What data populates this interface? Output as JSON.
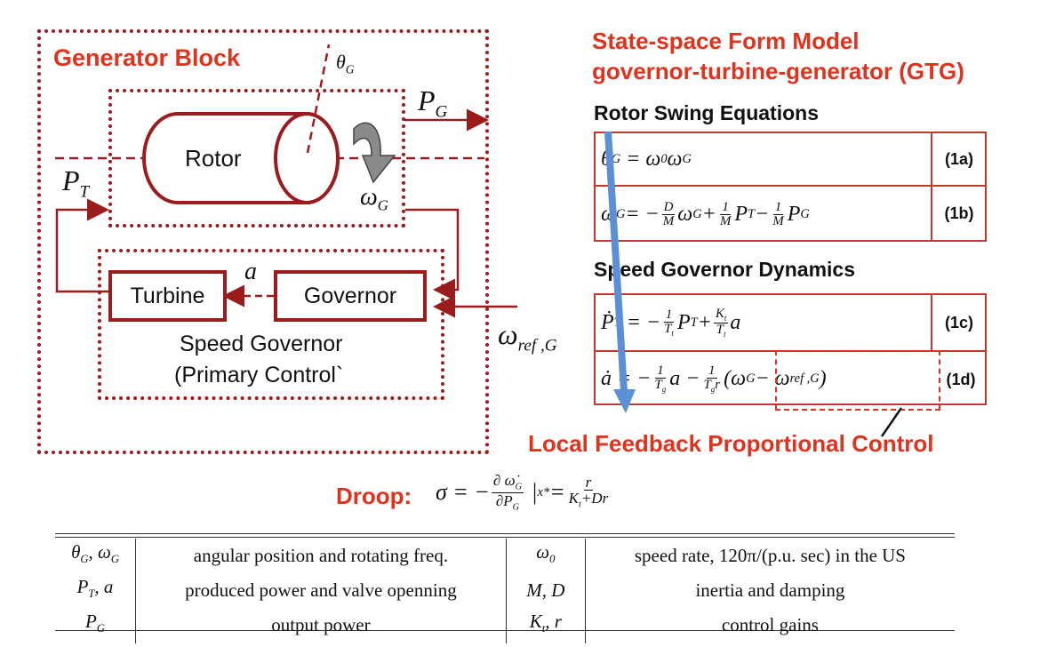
{
  "generator_block": {
    "title": "Generator Block",
    "rotor": "Rotor",
    "turbine": "Turbine",
    "governor": "Governor",
    "speed_governor": "Speed Governor",
    "primary_control": "(Primary Control`",
    "theta_g": "θ",
    "p_g": "P",
    "p_t": "P",
    "omega_g": "ω",
    "a": "a",
    "omega_ref": "ω",
    "sub_g": "G",
    "sub_t": "T",
    "sub_ref": "ref ,G"
  },
  "model": {
    "title_line1": "State-space Form Model",
    "title_line2": "governor-turbine-generator (GTG)",
    "rotor_heading": "Rotor Swing Equations",
    "governor_heading": "Speed Governor Dynamics",
    "eq_labels": [
      "(1a)",
      "(1b)",
      "(1c)",
      "(1d)"
    ],
    "feedback_label": "Local Feedback Proportional Control"
  },
  "droop": {
    "label": "Droop:"
  },
  "variables_table": {
    "rows": [
      {
        "sym1": "θ_G, ω_G",
        "desc1": "angular position and rotating freq.",
        "sym2": "ω₀",
        "desc2": "speed rate, 120π/(p.u. sec) in the US"
      },
      {
        "sym1": "P_T, a",
        "desc1": "produced power and valve openning",
        "sym2": "M, D",
        "desc2": "inertia and damping"
      },
      {
        "sym1": "P_G",
        "desc1": "output power",
        "sym2": "K_t, r",
        "desc2": "control gains"
      }
    ]
  },
  "colors": {
    "accent_red": "#e0321c",
    "box_red": "#9b1c1c",
    "arrow_blue": "#5b8fd6"
  }
}
